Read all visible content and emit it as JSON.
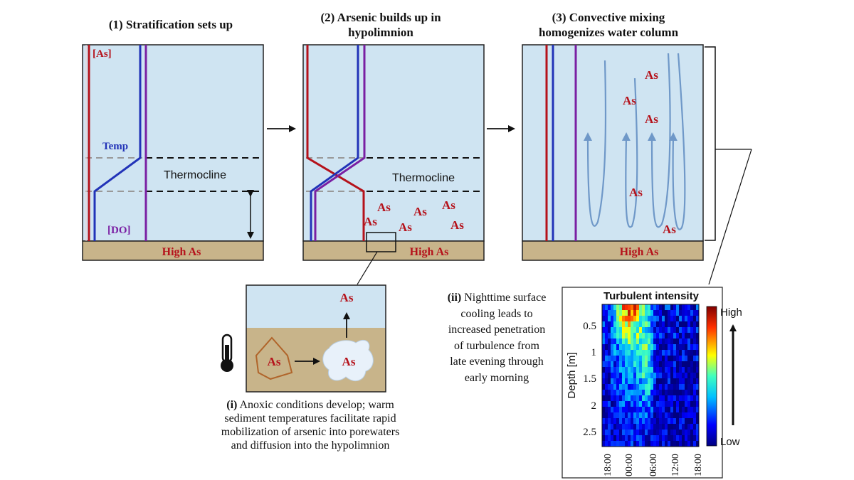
{
  "panel1": {
    "title": "(1) Stratification sets up",
    "label_as": "[As]",
    "label_temp": "Temp",
    "label_do": "[DO]",
    "label_thermocline": "Thermocline",
    "sediment_label": "High As"
  },
  "panel2": {
    "title_line1": "(2) Arsenic builds up in",
    "title_line2": "hypolimnion",
    "label_thermocline": "Thermocline",
    "sediment_label": "High As",
    "as_symbol": "As"
  },
  "panel3": {
    "title_line1": "(3) Convective mixing",
    "title_line2": "homogenizes water column",
    "sediment_label": "High As",
    "as_symbol": "As"
  },
  "inset_i": {
    "as_symbol": "As",
    "caption_prefix": "(i)",
    "caption_line1": "Anoxic conditions develop; warm",
    "caption_line2": "sediment temperatures facilitate rapid",
    "caption_line3": "mobilization of arsenic into porewaters",
    "caption_line4": "and diffusion into the hypolimnion"
  },
  "note_ii": {
    "prefix": "(ii)",
    "line1": "Nighttime surface",
    "line2": "cooling leads to",
    "line3": "increased penetration",
    "line4": "of turbulence from",
    "line5": "late evening through",
    "line6": "early morning"
  },
  "chart_data": {
    "type": "heatmap",
    "title": "Turbulent intensity",
    "ylabel": "Depth [m]",
    "xlabel": "",
    "x_ticks": [
      "18:00",
      "00:00",
      "06:00",
      "12:00",
      "18:00"
    ],
    "y_ticks": [
      "0.5",
      "1",
      "1.5",
      "2",
      "2.5"
    ],
    "ylim": [
      2.9,
      0.1
    ],
    "colorbar": {
      "high_label": "High",
      "low_label": "Low"
    },
    "pattern": "high intensity near surface from late evening through early morning, penetrating deeper around 03:00-06:00; low elsewhere"
  },
  "colors": {
    "water": "#cfe4f2",
    "sediment": "#c8b48a",
    "arsenic": "#b5121b",
    "temp": "#2233b8",
    "do": "#7a1fa3",
    "arrow_mix": "#6f98c8"
  }
}
